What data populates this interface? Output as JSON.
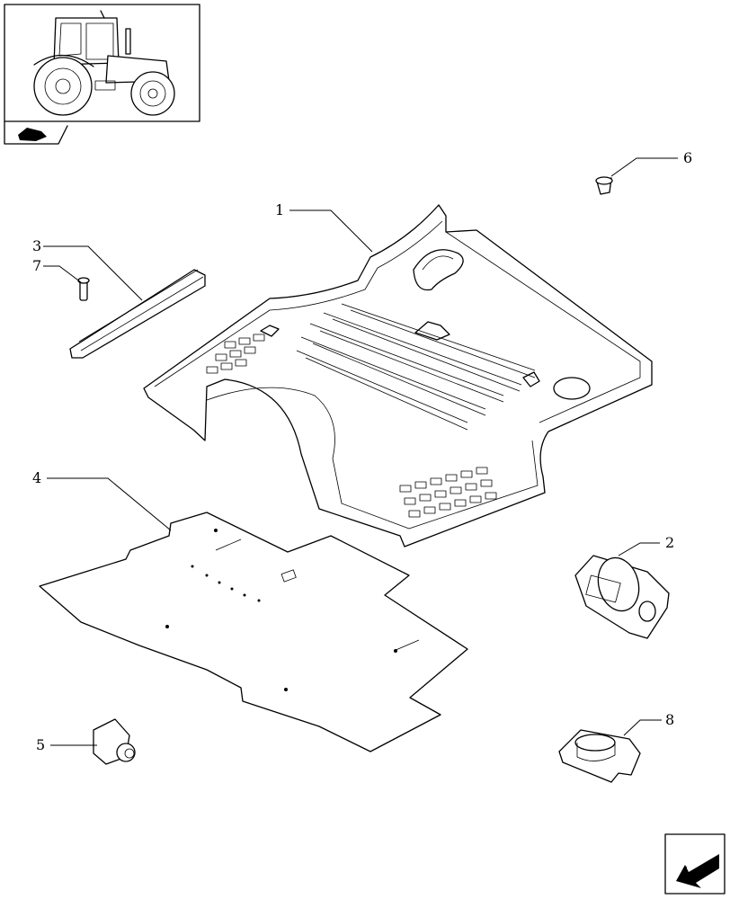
{
  "thumbnail": {
    "icon": "tractor-icon",
    "tab_icon": "hand-pointer-icon"
  },
  "callouts": [
    {
      "id": "1",
      "label": "1",
      "part": "cab-floor-panel"
    },
    {
      "id": "2",
      "label": "2",
      "part": "rubber-mount"
    },
    {
      "id": "3",
      "label": "3",
      "part": "support-bracket"
    },
    {
      "id": "4",
      "label": "4",
      "part": "floor-mat"
    },
    {
      "id": "5",
      "label": "5",
      "part": "grommet-plug"
    },
    {
      "id": "6",
      "label": "6",
      "part": "cap-plug"
    },
    {
      "id": "7",
      "label": "7",
      "part": "bolt"
    },
    {
      "id": "8",
      "label": "8",
      "part": "clip-seal"
    }
  ],
  "nav": {
    "icon": "next-page-arrow-icon"
  }
}
